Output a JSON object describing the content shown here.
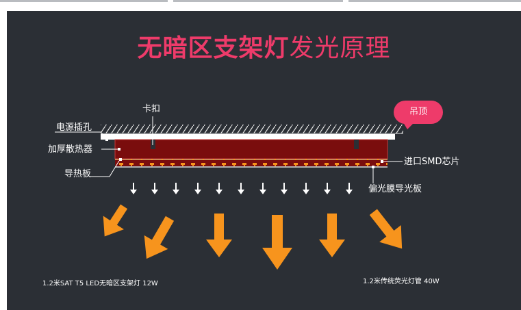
{
  "title": {
    "highlight": "无暗区支架灯",
    "normal": "发光原理"
  },
  "labels": {
    "clip": "卡扣",
    "ceiling": "吊顶",
    "power_hole": "电源插孔",
    "heatsink": "加厚散热器",
    "heat_plate": "导热板",
    "smd_chip": "进口SMD芯片",
    "light_guide": "偏光膜导光板"
  },
  "captions": {
    "left": "1.2米SAT T5 LED无暗区支架灯 12W",
    "right": "1.2米传统荧光灯管 40W"
  },
  "colors": {
    "background": "#2b2f35",
    "accent": "#ee3b6a",
    "fixture_body": "#7a0d0d",
    "heatsink_stripe": "#d9b37a",
    "big_arrow": "#f7941d"
  }
}
